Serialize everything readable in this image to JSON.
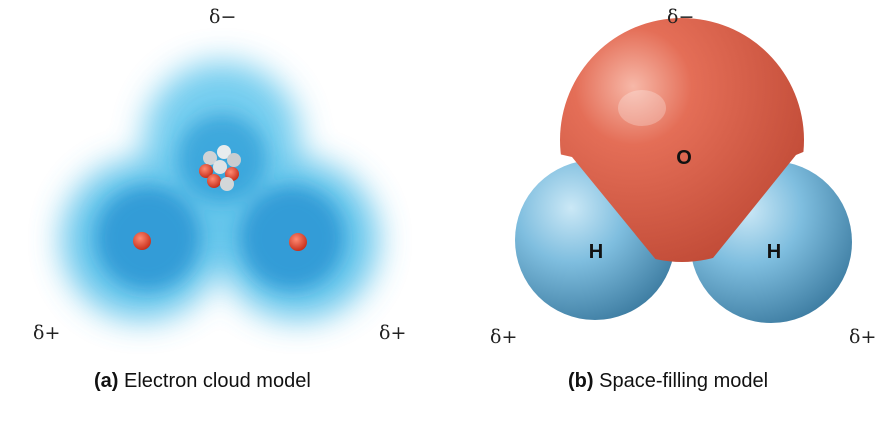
{
  "panels": {
    "a": {
      "caption_letter": "(a)",
      "caption_text": " Electron cloud model",
      "charges": {
        "top": "δ−",
        "left": "δ+",
        "right": "δ+"
      }
    },
    "b": {
      "caption_letter": "(b)",
      "caption_text": " Space-filling model",
      "charges": {
        "top": "δ−",
        "left": "δ+",
        "right": "δ+"
      },
      "atoms": {
        "oxygen": "O",
        "hydrogen_left": "H",
        "hydrogen_right": "H"
      }
    }
  },
  "colors": {
    "cloud": "#3aa8e0",
    "oxygen": "#e06a55",
    "hydrogen": "#6fb2d6",
    "nucleus": "#d9402a"
  }
}
